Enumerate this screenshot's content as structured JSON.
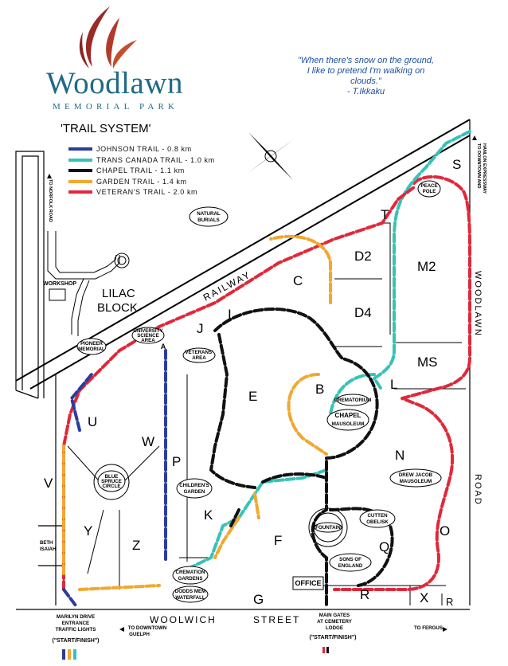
{
  "logo": {
    "name": "Woodlawn",
    "subtitle": "MEMORIAL PARK"
  },
  "quote": {
    "text": "\"When there's snow on the ground, I like to pretend I'm walking on clouds.\"",
    "author": "- T.Ikkaku"
  },
  "title": "'TRAIL SYSTEM'",
  "legend": [
    {
      "label": "JOHNSON TRAIL - 0.8 km",
      "color": "#2b3c9e"
    },
    {
      "label": "TRANS CANADA TRAIL - 1.0 km",
      "color": "#37c2b8"
    },
    {
      "label": "CHAPEL TRAIL - 1.1 km",
      "color": "#111111"
    },
    {
      "label": "GARDEN TRAIL - 1.4 km",
      "color": "#f0a830"
    },
    {
      "label": "VETERAN'S TRAIL - 2.0 km",
      "color": "#e0283a"
    }
  ],
  "sections": {
    "S": "S",
    "T": "T",
    "D2": "D2",
    "M2": "M2",
    "D4": "D4",
    "MS": "MS",
    "C": "C",
    "I": "I",
    "J": "J",
    "B": "B",
    "L": "L",
    "E": "E",
    "U": "U",
    "W": "W",
    "V": "V",
    "P": "P",
    "N": "N",
    "K": "K",
    "Y": "Y",
    "Z": "Z",
    "F": "F",
    "Q": "Q",
    "O": "O",
    "G": "G",
    "R": "R",
    "X": "X",
    "R2": "R"
  },
  "labels": {
    "lilac1": "LILAC",
    "lilac2": "BLOCK",
    "workshop": "WORKSHOP",
    "railway": "RAILWAY",
    "woodlawn_road": "WOODLAWN",
    "road": "ROAD",
    "woolwich": "WOOLWICH",
    "street": "STREET",
    "beth1": "BETH",
    "beth2": "ISAIAH",
    "natural1": "NATURAL",
    "natural2": "BURIALS",
    "peace1": "PEACE",
    "peace2": "POLE",
    "pioneer1": "PIONEER",
    "pioneer2": "MEMORIAL",
    "univ1": "UNIVERSITY",
    "univ2": "SCIENCE",
    "univ3": "AREA",
    "vet1": "VETERANS'",
    "vet2": "AREA",
    "crem": "CREMATORIUM",
    "chapel1": "CHAPEL",
    "chapel2": "MAUSOLEUM",
    "blue1": "BLUE",
    "blue2": "SPRUCE",
    "blue3": "CIRCLE",
    "child1": "CHILDREN'S",
    "child2": "GARDEN",
    "drew1": "DREW JACOB",
    "drew2": "MAUSOLEUM",
    "fountain": "FOUNTAIN",
    "cutten1": "CUTTEN",
    "cutten2": "OBELISK",
    "sons1": "SONS OF",
    "sons2": "ENGLAND",
    "office": "OFFICE",
    "cremg1": "CREMATION",
    "cremg2": "GARDENS",
    "dodds1": "DODDS MEM",
    "dodds2": "WATERFALL",
    "marilyn1": "MARILYN DRIVE",
    "marilyn2": "ENTRANCE",
    "marilyn3": "TRAFFIC LIGHTS",
    "marilyn4": "(\"START/FINISH\")",
    "main1": "MAIN GATES",
    "main2": "AT CEMETERY",
    "main3": "LODGE",
    "main4": "(\"START/FINISH\")",
    "downtown1": "TO DOWNTOWN",
    "downtown2": "GUELPH",
    "fergus": "TO FERGUS",
    "norfolk": "TO NORFOLK ROAD",
    "exwy1": "TO DOWNTOWN AND",
    "exwy2": "HANLON EXPRESSWAY",
    "gate_a": "A"
  }
}
